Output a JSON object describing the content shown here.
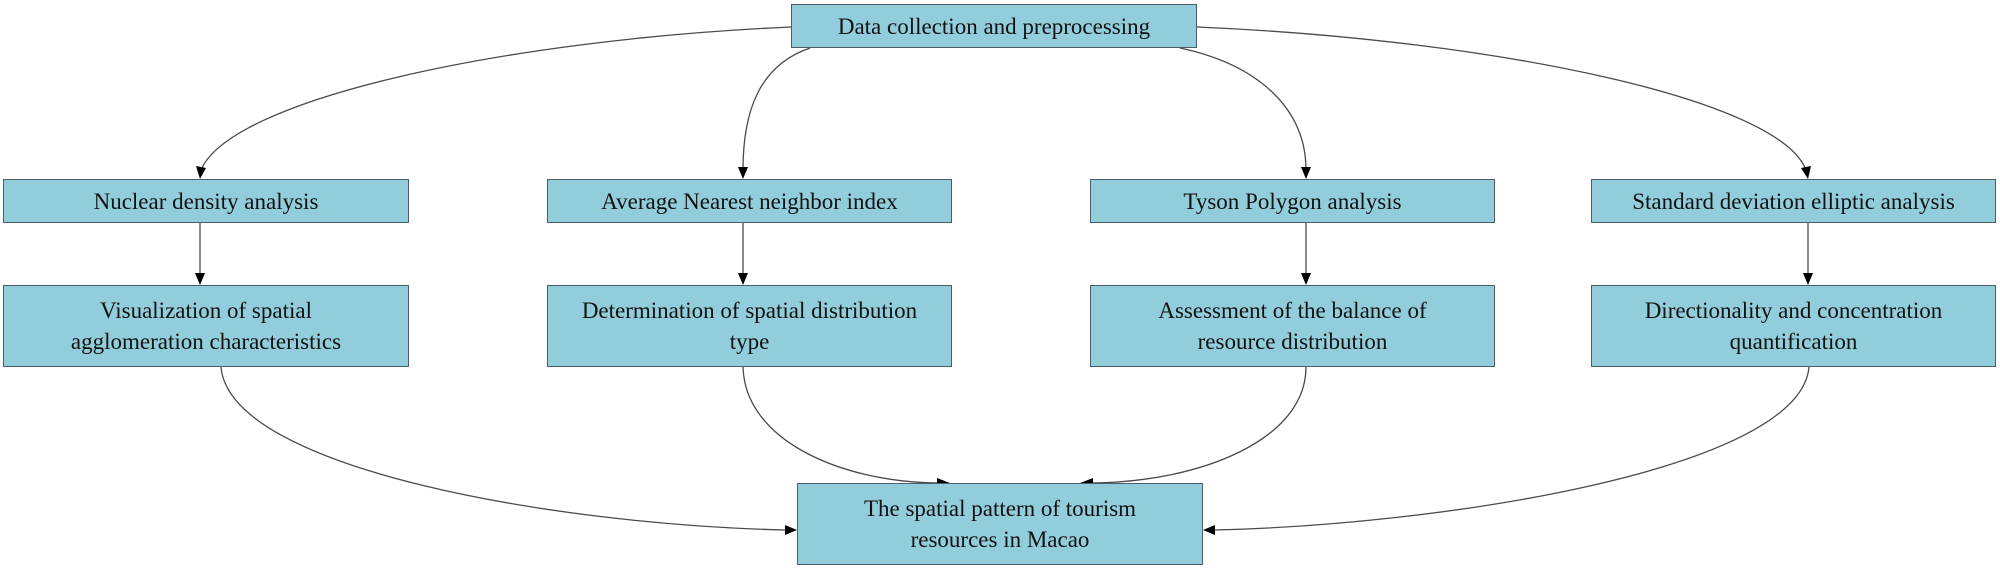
{
  "diagram": {
    "type": "flowchart",
    "colors": {
      "node_fill": "#92CDDC",
      "node_border": "#4A5F6A",
      "edge": "#4A4A4A",
      "text": "#111111"
    },
    "nodes": {
      "top": {
        "id": "data-collection",
        "label": "Data collection and preprocessing"
      },
      "methods": [
        {
          "id": "nuclear-density",
          "label": "Nuclear density analysis"
        },
        {
          "id": "nearest-neighbor",
          "label": "Average Nearest neighbor index"
        },
        {
          "id": "tyson-polygon",
          "label": "Tyson Polygon analysis"
        },
        {
          "id": "std-ellipse",
          "label": "Standard deviation elliptic analysis"
        }
      ],
      "outcomes": [
        {
          "id": "visualization",
          "label": "Visualization of spatial\nagglomeration characteristics"
        },
        {
          "id": "distribution-type",
          "label": "Determination of spatial distribution\ntype"
        },
        {
          "id": "balance",
          "label": "Assessment of the balance of\nresource distribution"
        },
        {
          "id": "directionality",
          "label": "Directionality and concentration\nquantification"
        }
      ],
      "result": {
        "id": "spatial-pattern",
        "label": "The spatial pattern of tourism\nresources in Macao"
      }
    },
    "edges": [
      {
        "from": "data-collection",
        "to": "nuclear-density"
      },
      {
        "from": "data-collection",
        "to": "nearest-neighbor"
      },
      {
        "from": "data-collection",
        "to": "tyson-polygon"
      },
      {
        "from": "data-collection",
        "to": "std-ellipse"
      },
      {
        "from": "nuclear-density",
        "to": "visualization"
      },
      {
        "from": "nearest-neighbor",
        "to": "distribution-type"
      },
      {
        "from": "tyson-polygon",
        "to": "balance"
      },
      {
        "from": "std-ellipse",
        "to": "directionality"
      },
      {
        "from": "visualization",
        "to": "spatial-pattern"
      },
      {
        "from": "distribution-type",
        "to": "spatial-pattern"
      },
      {
        "from": "balance",
        "to": "spatial-pattern"
      },
      {
        "from": "directionality",
        "to": "spatial-pattern"
      }
    ]
  }
}
